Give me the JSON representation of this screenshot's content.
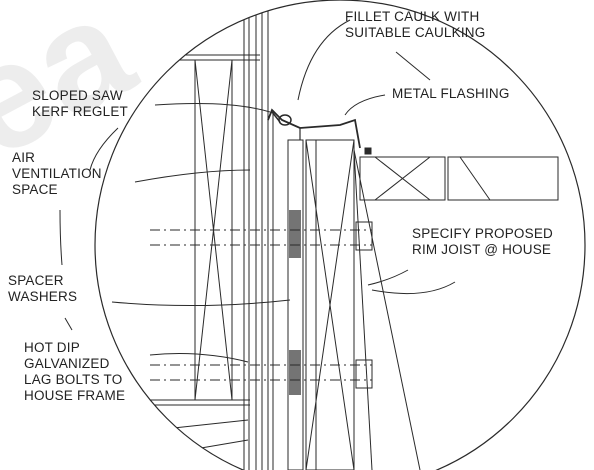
{
  "labels": {
    "fillet_caulk": [
      "FILLET CAULK WITH",
      "SUITABLE CAULKING"
    ],
    "metal_flashing": [
      "METAL FLASHING"
    ],
    "sloped_reglet": [
      "SLOPED SAW",
      "KERF REGLET"
    ],
    "air_ventilation": [
      "AIR",
      "VENTILATION",
      "SPACE"
    ],
    "specify_rim_joist": [
      "SPECIFY PROPOSED",
      "RIM JOIST @ HOUSE"
    ],
    "spacer_washers": [
      "SPACER",
      "WASHERS"
    ],
    "lag_bolts": [
      "HOT DIP",
      "GALVANIZED",
      "LAG BOLTS TO",
      "HOUSE FRAME"
    ]
  },
  "colors": {
    "line": "#2a2a2a",
    "background": "#ffffff"
  }
}
